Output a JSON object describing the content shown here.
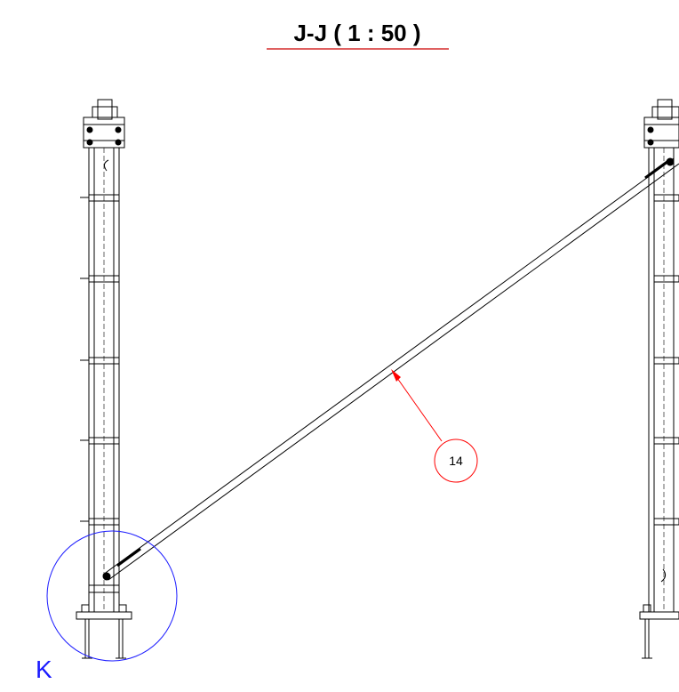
{
  "title": "J-J ( 1 : 50 )",
  "callout": {
    "label": "14"
  },
  "detail": {
    "label": "K"
  },
  "colors": {
    "line": "#000000",
    "leader": "#ff0000",
    "title_underline": "#cc0000",
    "detail_circle": "#1a1aff"
  }
}
